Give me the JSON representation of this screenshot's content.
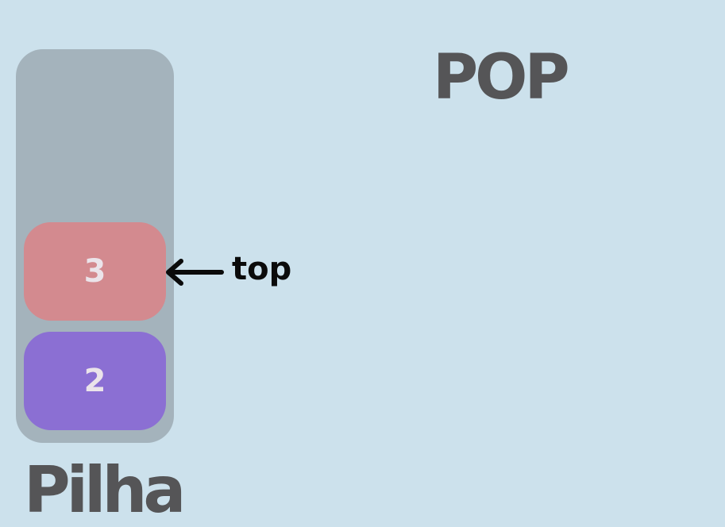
{
  "operation": {
    "title": "POP"
  },
  "stack": {
    "title": "Pilha",
    "items": [
      {
        "value": "3",
        "color": "#d38a8f"
      },
      {
        "value": "2",
        "color": "#8b6fd3"
      }
    ],
    "container_color": "#a4b3bc"
  },
  "pointer": {
    "label": "top",
    "icon": "arrow-left-icon"
  },
  "colors": {
    "background": "#cce1ec",
    "title_text": "#555557",
    "item_text": "#ebe4ea",
    "pointer_text": "#0b0b0b"
  }
}
